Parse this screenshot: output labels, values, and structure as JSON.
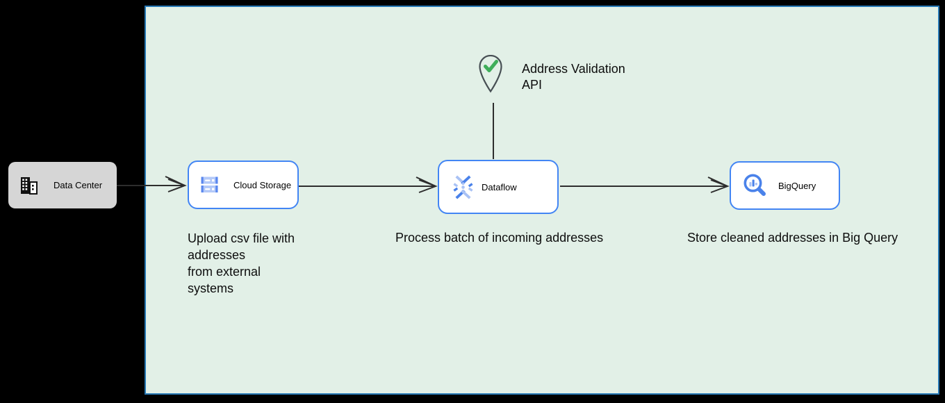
{
  "frame": {
    "description": "pipeline boundary frame"
  },
  "nodes": {
    "data_center": {
      "label": "Data Center"
    },
    "cloud_storage": {
      "label": "Cloud Storage"
    },
    "dataflow": {
      "label": "Dataflow"
    },
    "bigquery": {
      "label": "BigQuery"
    }
  },
  "api_marker": {
    "label_lines": {
      "0": "Address Validation",
      "1": "API"
    }
  },
  "annotations": {
    "upload_lines": {
      "0": "Upload csv file with",
      "1": "addresses",
      "2": "from external",
      "3": "systems"
    },
    "process": "Process batch of incoming addresses",
    "store": "Store cleaned addresses in Big Query"
  },
  "colors": {
    "page_background": "#000000",
    "frame_fill": "#e2f0e7",
    "frame_border": "#2678b5",
    "node_border": "#4285f4",
    "node_fill": "#ffffff",
    "data_center_fill": "#d6d6d6",
    "arrow": "#2d2d2d",
    "check_green": "#3fae5a",
    "pin_outline": "#474f54",
    "icon_blue": "#4a82ea",
    "icon_blue_light": "#a9c2f5",
    "text": "#0d0d0d"
  }
}
